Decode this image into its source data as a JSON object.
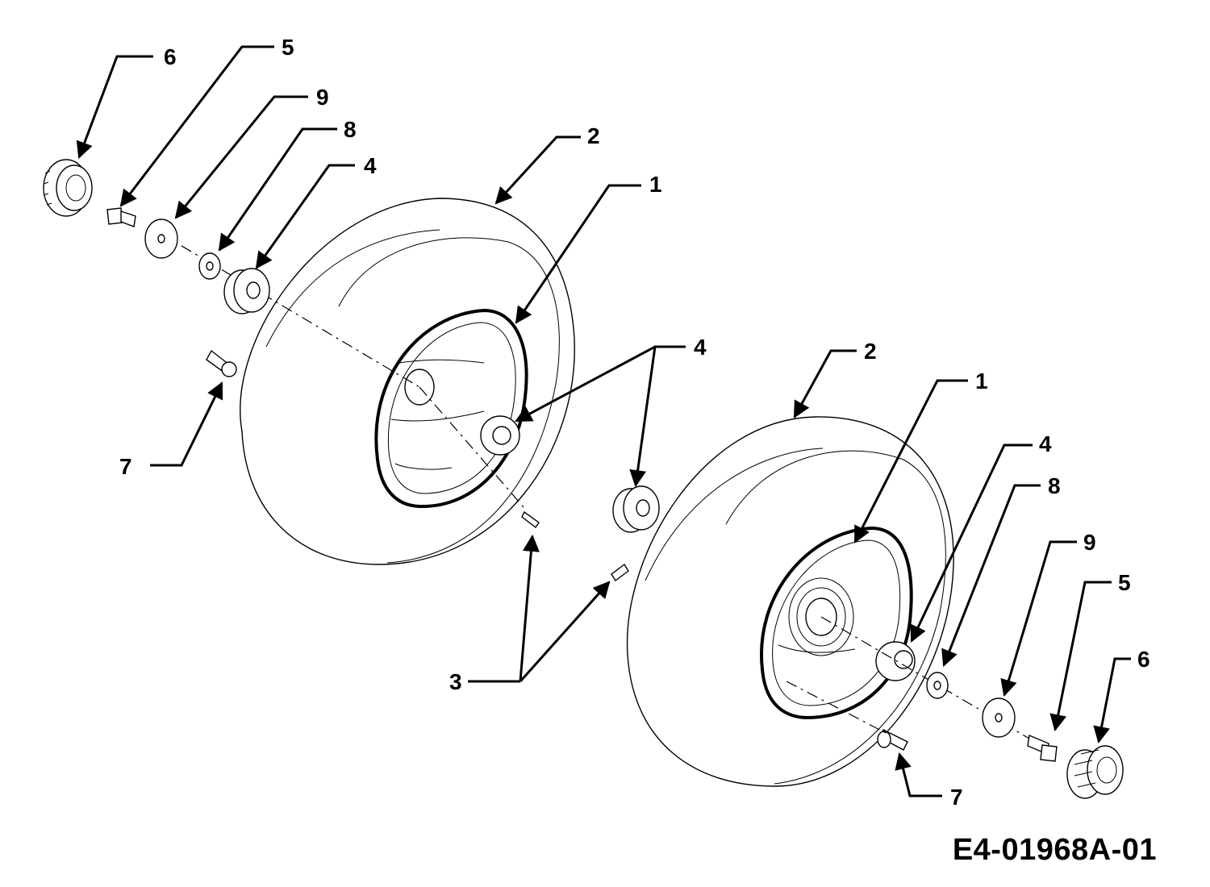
{
  "drawing_id": "E4-01968A-01",
  "callouts": {
    "left_6": "6",
    "left_5": "5",
    "left_9": "9",
    "left_8": "8",
    "left_4": "4",
    "left_2": "2",
    "left_1": "1",
    "left_7": "7",
    "mid_4": "4",
    "right_2": "2",
    "right_1": "1",
    "right_4": "4",
    "right_8": "8",
    "right_9": "9",
    "right_5": "5",
    "right_6": "6",
    "right_7": "7",
    "mid_3": "3"
  }
}
